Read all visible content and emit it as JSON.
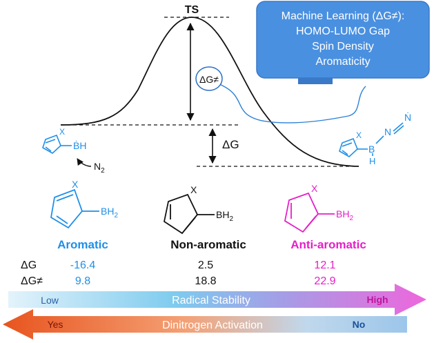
{
  "diagram": {
    "ts_label": "TS",
    "ml_box": {
      "line1": "Machine Learning (ΔG≠):",
      "line2": "HOMO-LUMO Gap",
      "line3": "Spin Density",
      "line4": "Aromaticity"
    },
    "dg_act_bubble": "ΔG≠",
    "dg_label": "ΔG",
    "reactant": {
      "x": "X",
      "bh": "ḂH",
      "n2": "N",
      "n2_sub": "2"
    },
    "product": {
      "x": "X",
      "b": "B",
      "h": "H",
      "n1": "N",
      "n2": "Ṅ"
    },
    "molecules": [
      {
        "x": "X",
        "bh2": "BH",
        "sub": "2",
        "label": "Aromatic",
        "dg": "-16.4",
        "dg_act": "9.8",
        "color": "#1e8fe8"
      },
      {
        "x": "X",
        "bh2": "BH",
        "sub": "2",
        "label": "Non-aromatic",
        "dg": "2.5",
        "dg_act": "18.8",
        "color": "#111111"
      },
      {
        "x": "X",
        "bh2": "BH",
        "sub": "2",
        "label": "Anti-aromatic",
        "dg": "12.1",
        "dg_act": "22.9",
        "color": "#e61ec8"
      }
    ],
    "row_labels": {
      "dg": "ΔG",
      "dg_act": "ΔG≠"
    },
    "radical_arrow": {
      "left": "Low",
      "center": "Radical Stability",
      "right": "High"
    },
    "activation_arrow": {
      "left": "Yes",
      "center": "Dinitrogen Activation",
      "right": "No"
    },
    "colors": {
      "blue": "#1e8fe8",
      "black": "#111111",
      "magenta": "#e61ec8",
      "box": "#4a90e0",
      "box_edge": "#3a78c8"
    }
  }
}
